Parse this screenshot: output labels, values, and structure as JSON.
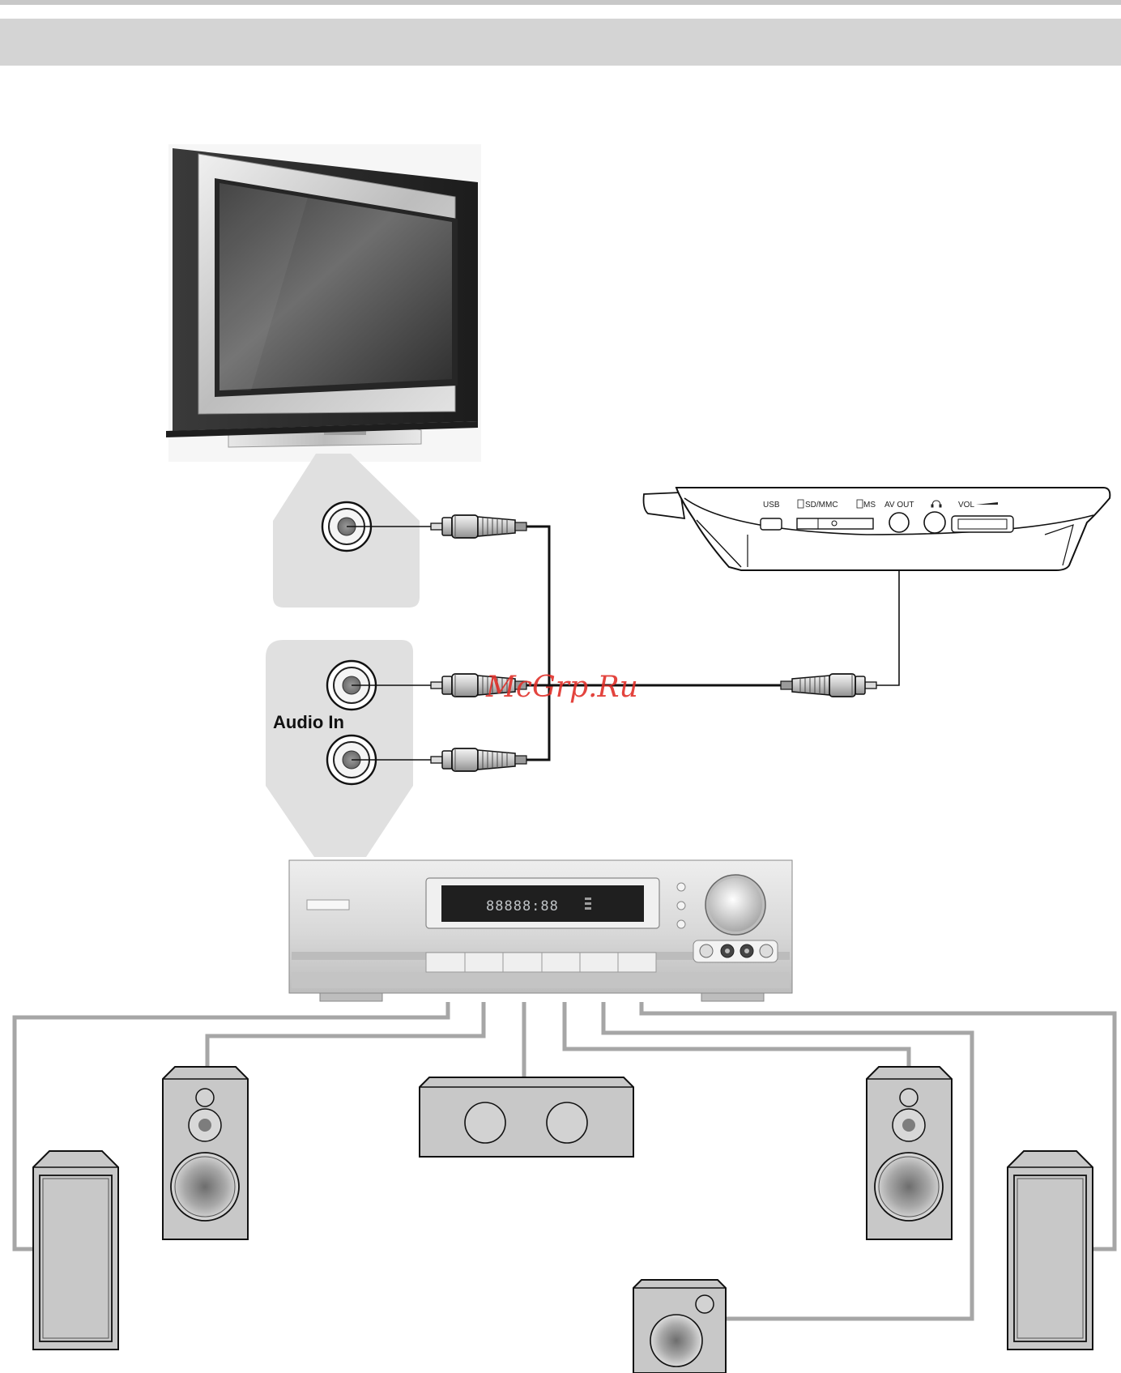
{
  "tv_input_label": "",
  "audio_in_label": "Audio In",
  "player_ports": {
    "usb": "USB",
    "sd_mmc": "SD/MMC",
    "ms": "MS",
    "av_out": "AV OUT",
    "headphone_icon": "headphone-icon",
    "vol": "VOL"
  },
  "receiver_display": "88888:88",
  "watermark": "McGrp.Ru",
  "colors": {
    "header_band": "#d4d4d4",
    "top_rule": "#c8c8c8",
    "panel_gray": "#e0e0e0",
    "speaker_wire": "#a6a6a6",
    "speaker_body": "#c9c9c9",
    "watermark": "#e0302a"
  }
}
